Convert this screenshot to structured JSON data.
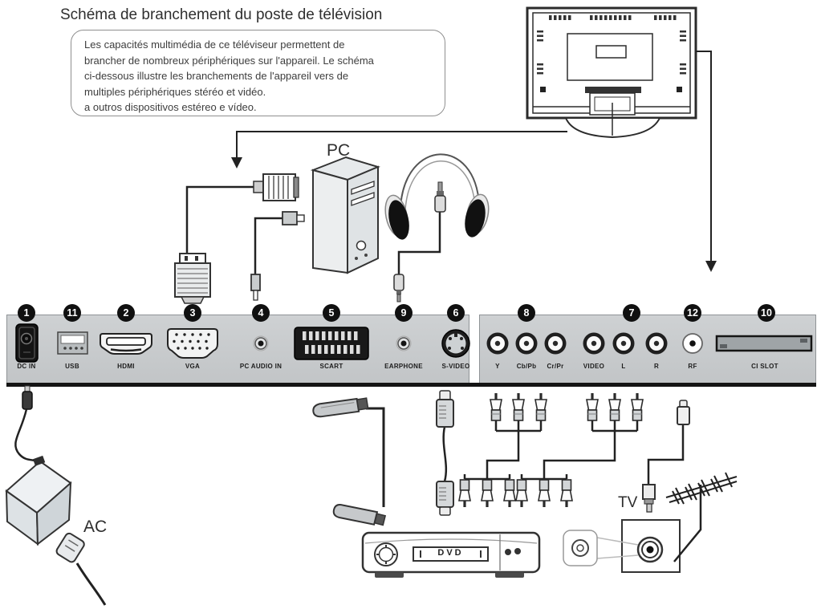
{
  "title": "Schéma de branchement du poste de télévision",
  "intro": {
    "lines": [
      "Les capacités multimédia de ce téléviseur permettent de",
      "brancher de nombreux périphériques sur l'appareil. Le schéma",
      "ci-dessous illustre les branchements de l'appareil vers de",
      "multiples périphériques stéréo et vidéo.",
      "a outros dispositivos estéreo e vídeo."
    ]
  },
  "labels": {
    "pc": "PC",
    "ac": "AC",
    "tv": "TV",
    "dvd": "DVD"
  },
  "panel": {
    "badges": [
      "1",
      "11",
      "2",
      "3",
      "4",
      "5",
      "9",
      "6",
      "8",
      "7",
      "12",
      "10"
    ],
    "port_labels": [
      "DC IN",
      "USB",
      "HDMI",
      "VGA",
      "PC AUDIO IN",
      "SCART",
      "EARPHONE",
      "S-VIDEO",
      "Y",
      "Cb/Pb",
      "Cr/Pr",
      "VIDEO",
      "L",
      "R",
      "RF",
      "CI SLOT"
    ]
  },
  "colors": {
    "panel_gray": "#c8cbcd",
    "ink": "#222222",
    "port_black": "#161616",
    "background": "#ffffff"
  }
}
